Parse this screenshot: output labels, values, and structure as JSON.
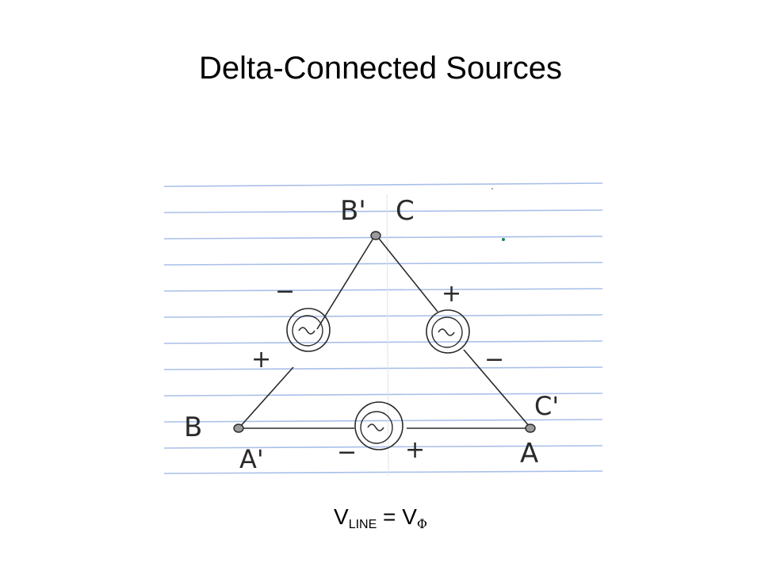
{
  "slide": {
    "title": "Delta-Connected Sources"
  },
  "diagram": {
    "paper_rule_color": "#a9bfe8",
    "ink_color": "#2a2a2a",
    "node_labels": {
      "top_left": "B'",
      "top_right": "C",
      "left": "B",
      "left_below": "A'",
      "right": "C'",
      "right_below": "A"
    },
    "polarity": {
      "left_source_top": "−",
      "left_source_bottom": "+",
      "right_source_top": "+",
      "right_source_bottom": "−",
      "bottom_source_left": "−",
      "bottom_source_right": "+"
    },
    "source_symbol": "~"
  },
  "formula": {
    "lhs": "V",
    "lhs_sub": "LINE",
    "eq": " = ",
    "rhs": "V",
    "rhs_sub": "Φ"
  }
}
